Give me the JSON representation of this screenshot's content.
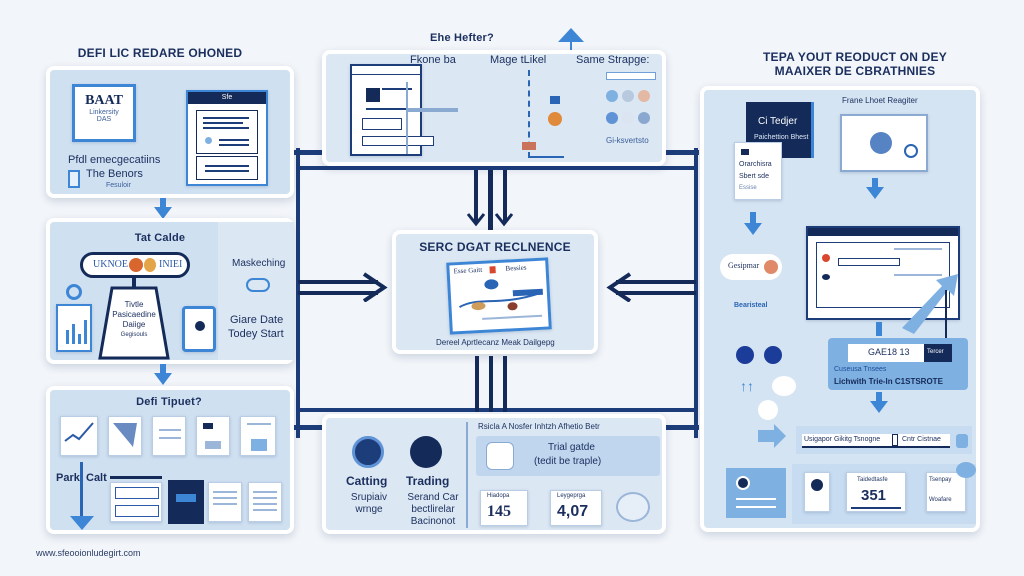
{
  "titles": {
    "left": "DEFI LIC REDARE OHONED",
    "top_center": "Ehe Hefter?",
    "right_line1": "TEPA YOUT REODUCT ON DEY",
    "right_line2": "MAAIXER DE CBRATHNIES"
  },
  "left_column": {
    "panel1": {
      "badge_title": "BAAT",
      "badge_sub1": "Linkersity",
      "badge_sub2": "DAS",
      "doc_header": "Sfe",
      "caption1": "Pfdl emecgecatiins",
      "caption2": "The Benors",
      "caption3": "Fesuloir"
    },
    "panel2": {
      "title": "Tat Calde",
      "sign_text_left": "UKNOE",
      "sign_text_right": "INIEI",
      "sign_board_lines": [
        "Tivtle",
        "Pasicaedine",
        "Daiige",
        "Gegisouls"
      ],
      "right_label1": "Maskeching",
      "right_label2_line1": "Giare Date",
      "right_label2_line2": "Todey Start"
    },
    "panel3": {
      "title": "Defi Tipuet?",
      "side_label_a": "Park",
      "side_label_b": "Calt"
    },
    "footer_url": "www.sfeooionludegirt.com"
  },
  "top_center": {
    "col1": "Fkone ba",
    "col2": "Mage tLikel",
    "col3": "Same Strapge:",
    "footnote": "Gi-ksvertsto"
  },
  "center": {
    "title": "SERC DGAT RECLNENCE",
    "inner_header_a": "Esse Gaitt",
    "inner_header_b": "Bessies",
    "caption": "Dereel Aprtlecanz Meak Dailgepg"
  },
  "bottom_center": {
    "header": "Rsicla A Nosfer Inhtzh Afhetio Betr",
    "icon1_label": "Catting",
    "icon1_desc": [
      "Srupiaiv",
      "wrnge"
    ],
    "icon2_label": "Trading",
    "icon2_desc": [
      "Serand Car",
      "bectlirelar",
      "Bacinonot"
    ],
    "trial_line1": "Trial gatde",
    "trial_line2": "(tedit be traple)",
    "stat1_label": "Hiadopa",
    "stat1_value": "145",
    "stat2_label": "Leygeprga",
    "stat2_value": "4,07"
  },
  "right_column": {
    "card_dark_title": "Ci Tedjer",
    "card_dark_sub": "Paichettion Bhest",
    "card_white_lines": [
      "Orarchisra",
      "Sbert sde",
      "Essise"
    ],
    "frame_label": "Frane Lhoet Reagiter",
    "pill1_text": "Gesipmar",
    "pill2_text": "Bearisteal",
    "input_value": "GAE18 13",
    "input_button": "Tercer",
    "blue_box_line1": "Cuseusa Tnsees",
    "blue_box_line2": "Lichwith Trie-ln C1STSROTE",
    "search_bar_text": "Usigapor Gikitg Tsnogne",
    "search_bar_text2": "Cntr Cistnae",
    "stat_label": "Taidedtasfe",
    "stat_value": "351",
    "right_card_label": "Tsenpay",
    "right_card_sub": "Woafare"
  },
  "colors": {
    "navy": "#142a59",
    "blue": "#3d86d6",
    "panel": "#cfe0f1",
    "background": "#f2f5f9"
  }
}
